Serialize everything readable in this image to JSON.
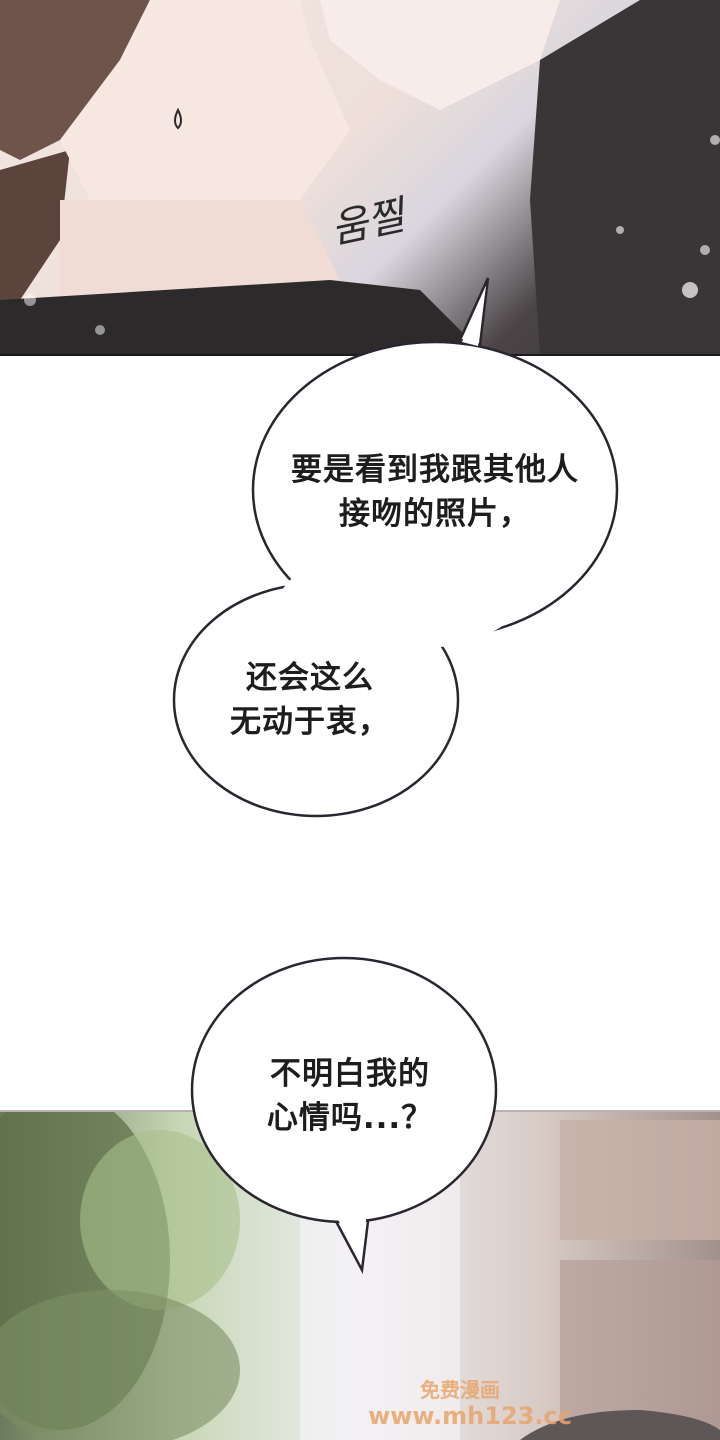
{
  "panels": {
    "top": {
      "sfx": "움찔"
    }
  },
  "bubbles": [
    {
      "lines": [
        "要是看到我跟其他人",
        "接吻的照片，"
      ]
    },
    {
      "lines": [
        "还会这么",
        "无动于衷，"
      ]
    },
    {
      "lines": [
        "不明白我的",
        "心情吗...？"
      ]
    }
  ],
  "watermark": {
    "line1": "免费漫画",
    "line2": "www.mh123.cc"
  },
  "colors": {
    "bubble_fill": "#ffffff",
    "bubble_stroke": "#2b2530",
    "text": "#1d1d1d",
    "watermark": "#e8a56a"
  }
}
